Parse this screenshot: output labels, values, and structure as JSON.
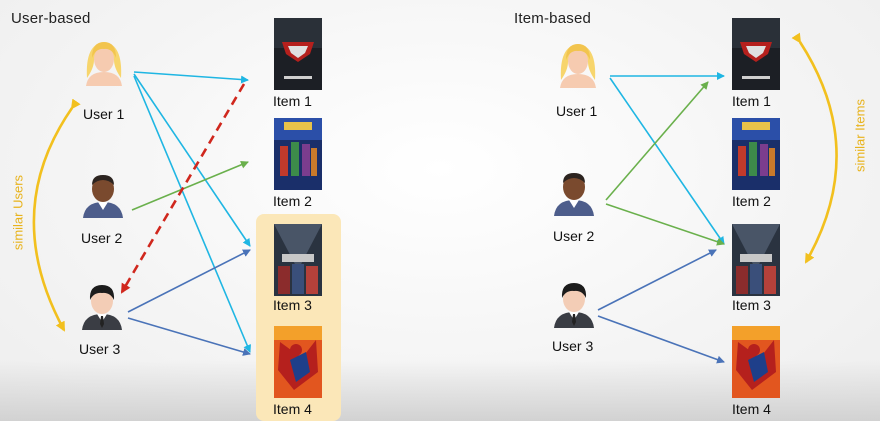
{
  "panels": {
    "user_based": {
      "title": "User-based",
      "similarity_label": "similar Users",
      "users": [
        "User 1",
        "User 2",
        "User 3"
      ],
      "items": [
        "Item 1",
        "Item 2",
        "Item 3",
        "Item 4"
      ]
    },
    "item_based": {
      "title": "Item-based",
      "similarity_label": "similar Items",
      "users": [
        "User 1",
        "User 2",
        "User 3"
      ],
      "items": [
        "Item 1",
        "Item 2",
        "Item 3",
        "Item 4"
      ]
    }
  },
  "colors": {
    "cyan": "#1fb6e3",
    "green": "#6ab04c",
    "blue": "#4a73b8",
    "red_dashed": "#d0271d",
    "yellow": "#f2c01e",
    "highlight": "#fbe7b8"
  }
}
